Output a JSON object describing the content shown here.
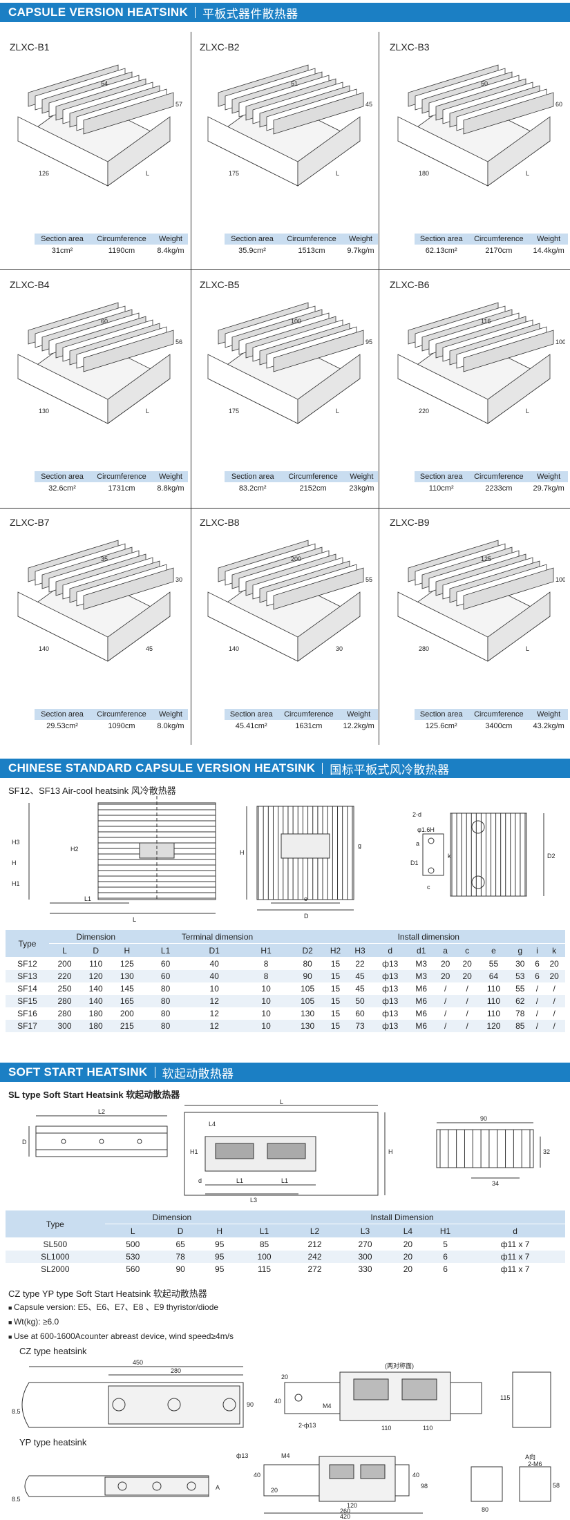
{
  "section1": {
    "title": "CAPSULE VERSION HEATSINK",
    "title_cn": "平板式器件散热器"
  },
  "spec_headers": {
    "area": "Section area",
    "circ": "Circumference",
    "weight": "Weight"
  },
  "models": [
    {
      "name": "ZLXC-B1",
      "area": "31cm²",
      "circ": "1190cm",
      "weight": "8.4kg/m",
      "dims": [
        "54",
        "57",
        "126",
        "L"
      ]
    },
    {
      "name": "ZLXC-B2",
      "area": "35.9cm²",
      "circ": "1513cm",
      "weight": "9.7kg/m",
      "dims": [
        "51",
        "45",
        "175",
        "L"
      ]
    },
    {
      "name": "ZLXC-B3",
      "area": "62.13cm²",
      "circ": "2170cm",
      "weight": "14.4kg/m",
      "dims": [
        "50",
        "60",
        "180",
        "L"
      ]
    },
    {
      "name": "ZLXC-B4",
      "area": "32.6cm²",
      "circ": "1731cm",
      "weight": "8.8kg/m",
      "dims": [
        "60",
        "56",
        "130",
        "L"
      ]
    },
    {
      "name": "ZLXC-B5",
      "area": "83.2cm²",
      "circ": "2152cm",
      "weight": "23kg/m",
      "dims": [
        "100",
        "95",
        "175",
        "L"
      ]
    },
    {
      "name": "ZLXC-B6",
      "area": "110cm²",
      "circ": "2233cm",
      "weight": "29.7kg/m",
      "dims": [
        "116",
        "100",
        "220",
        "L"
      ]
    },
    {
      "name": "ZLXC-B7",
      "area": "29.53cm²",
      "circ": "1090cm",
      "weight": "8.0kg/m",
      "dims": [
        "35",
        "30",
        "140",
        "45"
      ]
    },
    {
      "name": "ZLXC-B8",
      "area": "45.41cm²",
      "circ": "1631cm",
      "weight": "12.2kg/m",
      "dims": [
        "200",
        "55",
        "140",
        "30"
      ]
    },
    {
      "name": "ZLXC-B9",
      "area": "125.6cm²",
      "circ": "3400cm",
      "weight": "43.2kg/m",
      "dims": [
        "125",
        "100",
        "280",
        "L"
      ]
    }
  ],
  "section2": {
    "title": "CHINESE STANDARD CAPSULE VERSION HEATSINK",
    "title_cn": "国标平板式风冷散热器",
    "subtitle": "SF12、SF13 Air-cool heatsink 风冷散热器"
  },
  "sf_fig_labels": {
    "L": "L",
    "L1": "L1",
    "H": "H",
    "H1": "H1",
    "H2": "H2",
    "H3": "H3",
    "D": "D",
    "e": "e",
    "g": "g",
    "D1": "D1",
    "D2": "D2",
    "a": "a",
    "c": "c",
    "k": "k",
    "d": "2-d",
    "hole": "φ1.6H"
  },
  "sf_table": {
    "group_headers": [
      "Type",
      "Dimension",
      "Terminal dimension",
      "Install dimension"
    ],
    "cols": [
      "L",
      "D",
      "H",
      "L1",
      "D1",
      "H1",
      "D2",
      "H2",
      "H3",
      "d",
      "d1",
      "a",
      "c",
      "e",
      "g",
      "i",
      "k"
    ],
    "rows": [
      [
        "SF12",
        "200",
        "110",
        "125",
        "60",
        "40",
        "8",
        "80",
        "15",
        "22",
        "ф13",
        "M3",
        "20",
        "20",
        "55",
        "30",
        "6",
        "20"
      ],
      [
        "SF13",
        "220",
        "120",
        "130",
        "60",
        "40",
        "8",
        "90",
        "15",
        "45",
        "ф13",
        "M3",
        "20",
        "20",
        "64",
        "53",
        "6",
        "20"
      ],
      [
        "SF14",
        "250",
        "140",
        "145",
        "80",
        "10",
        "10",
        "105",
        "15",
        "45",
        "ф13",
        "M6",
        "/",
        "/",
        "110",
        "55",
        "/",
        "/"
      ],
      [
        "SF15",
        "280",
        "140",
        "165",
        "80",
        "12",
        "10",
        "105",
        "15",
        "50",
        "ф13",
        "M6",
        "/",
        "/",
        "110",
        "62",
        "/",
        "/"
      ],
      [
        "SF16",
        "280",
        "180",
        "200",
        "80",
        "12",
        "10",
        "130",
        "15",
        "60",
        "ф13",
        "M6",
        "/",
        "/",
        "110",
        "78",
        "/",
        "/"
      ],
      [
        "SF17",
        "300",
        "180",
        "215",
        "80",
        "12",
        "10",
        "130",
        "15",
        "73",
        "ф13",
        "M6",
        "/",
        "/",
        "120",
        "85",
        "/",
        "/"
      ]
    ]
  },
  "section3": {
    "title": "SOFT START HEATSINK",
    "title_cn": "软起动散热器",
    "subtitle": "SL type Soft Start Heatsink  软起动散热器"
  },
  "sl_fig_labels": {
    "L": "L",
    "L2": "L2",
    "D": "D",
    "L4": "L4",
    "H": "H",
    "H1": "H1",
    "d": "d",
    "L1a": "L1",
    "L1b": "L1",
    "L3": "L3",
    "w90": "90",
    "w34": "34",
    "h32": "32"
  },
  "sl_table": {
    "group_headers": [
      "Type",
      "Dimension",
      "Install Dimension"
    ],
    "cols": [
      "L",
      "D",
      "H",
      "L1",
      "L2",
      "L3",
      "L4",
      "H1",
      "d"
    ],
    "rows": [
      [
        "SL500",
        "500",
        "65",
        "95",
        "85",
        "212",
        "270",
        "20",
        "5",
        "ф11 x 7"
      ],
      [
        "SL1000",
        "530",
        "78",
        "95",
        "100",
        "242",
        "300",
        "20",
        "6",
        "ф11 x 7"
      ],
      [
        "SL2000",
        "560",
        "90",
        "95",
        "115",
        "272",
        "330",
        "20",
        "6",
        "ф11 x 7"
      ]
    ]
  },
  "cz": {
    "heading": "CZ type   YP type Soft Start Heatsink  软起动散热器",
    "bullets": [
      "Capsule version: E5、E6、E7、E8 、E9 thyristor/diode",
      "Wt(kg): ≥6.0",
      "Use at 600-1600Acounter abreast device, wind speed≥4m/s"
    ],
    "cz_label": "CZ type heatsink",
    "yp_label": "YP type heatsink",
    "cz_dims": [
      "450",
      "280",
      "90",
      "8.5",
      "20",
      "40",
      "M4",
      "2-ф13",
      "110",
      "110",
      "115",
      "(两对称面)"
    ],
    "yp_dims": [
      "8.5",
      "A",
      "ф13",
      "M4",
      "40",
      "20",
      "40",
      "98",
      "120",
      "260",
      "420",
      "80",
      "A向",
      "2-M6",
      "58"
    ]
  }
}
